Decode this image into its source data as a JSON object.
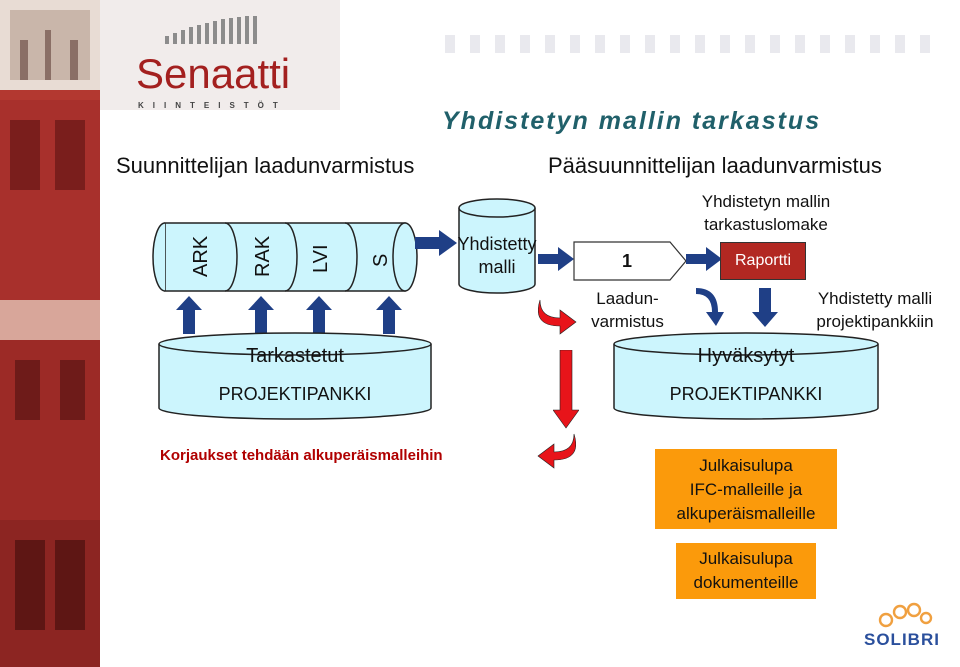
{
  "logo": {
    "name": "Senaatti",
    "sub": "KIINTEISTÖT"
  },
  "title": "Yhdistetyn mallin tarkastus",
  "left_heading": "Suunnittelijan laadunvarmistus",
  "right_heading": "Pääsuunnittelijan laadunvarmistus",
  "models": [
    "ARK",
    "RAK",
    "LVI",
    "S"
  ],
  "combined_model": {
    "line1": "Yhdistetty",
    "line2": "malli"
  },
  "step_number": "1",
  "qa_label": {
    "line1": "Laadun-",
    "line2": "varmistus"
  },
  "form_label": {
    "line1": "Yhdistetyn mallin",
    "line2": "tarkastuslomake"
  },
  "report_label": "Raportti",
  "to_bank_label": {
    "line1": "Yhdistetty malli",
    "line2": "projektipankkiin"
  },
  "bank_left": {
    "top": "Tarkastetut",
    "bottom": "PROJEKTIPANKKI"
  },
  "bank_right": {
    "top": "Hyväksytyt",
    "bottom": "PROJEKTIPANKKI"
  },
  "corrections": "Korjaukset tehdään alkuperäismalleihin",
  "release_models": {
    "line1": "Julkaisulupa",
    "line2": "IFC-malleille ja",
    "line3": "alkuperäismalleille"
  },
  "release_docs": {
    "line1": "Julkaisulupa",
    "line2": "dokumenteille"
  },
  "solibri": "SOLIBRI",
  "colors": {
    "brand_red": "#a3201f",
    "title_teal": "#20606a",
    "cyl_fill": "#ccf5fd",
    "arrow_navy": "#1f3f86",
    "arrow_red": "#e8141a",
    "report_fill": "#b22822",
    "orange_box": "#fb9a0b",
    "corrections_red": "#b00000",
    "solibri_blue": "#2a4f9c",
    "solibri_orange": "#f0a040"
  }
}
